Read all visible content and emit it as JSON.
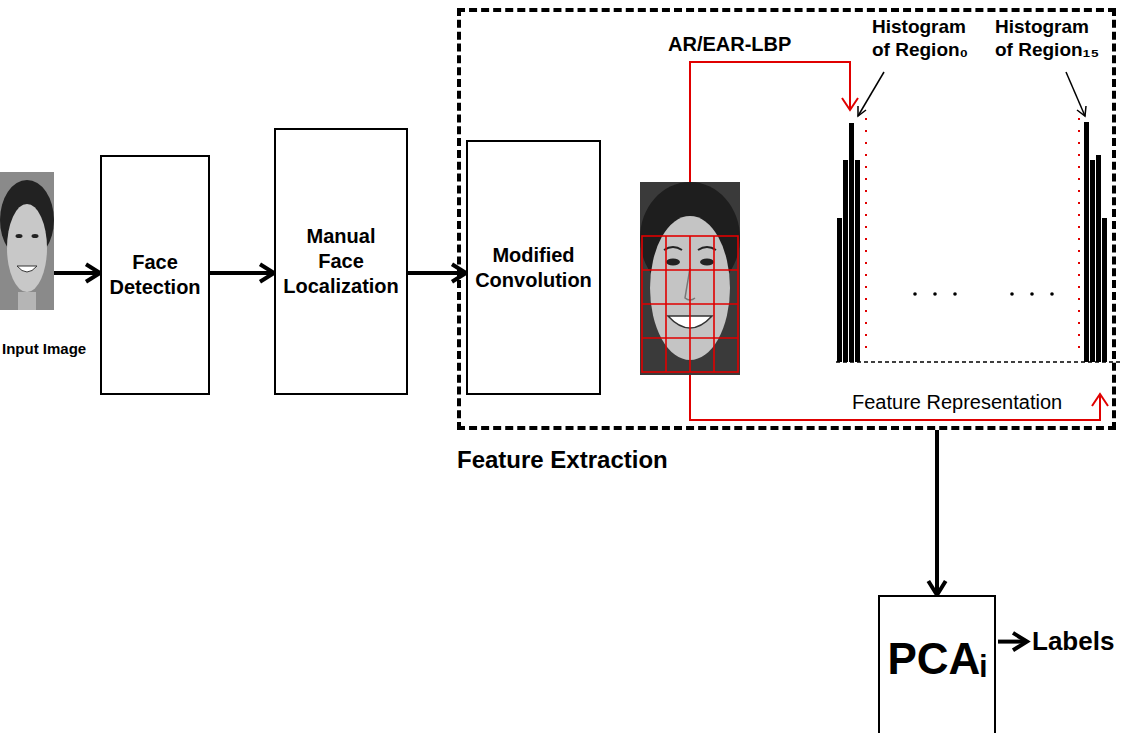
{
  "diagram": {
    "nodes": [
      {
        "text": [
          "Input Image"
        ]
      },
      {
        "text": [
          "Face Detection"
        ]
      },
      {
        "text": [
          "Manual Face Localization"
        ]
      },
      {
        "text": [
          "Feature Extraction"
        ]
      },
      {
        "text": [
          "Modified Convolution"
        ],
        "in": 3
      },
      {
        "text": [
          "PCAᵢ"
        ]
      }
    ],
    "edges": [
      {
        "from": 0,
        "to": 1,
        "arrow": "to"
      },
      {
        "from": 1,
        "to": 2,
        "arrow": "to"
      },
      {
        "from": 2,
        "to": 4,
        "arrow": "to"
      },
      {
        "from": 3,
        "to": 5,
        "arrow": "to"
      }
    ],
    "labels": [
      "AR/EAR-LBP",
      "Histogram of Region₀",
      "Histogram of Region₁₅",
      "Feature Representation",
      "Labels"
    ]
  }
}
